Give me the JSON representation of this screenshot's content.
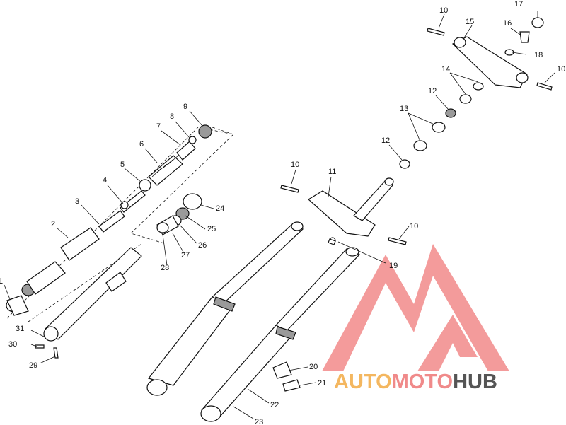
{
  "callouts": [
    "1",
    "2",
    "3",
    "4",
    "5",
    "6",
    "7",
    "8",
    "9",
    "10",
    "10",
    "10",
    "10",
    "11",
    "12",
    "12",
    "13",
    "14",
    "15",
    "16",
    "17",
    "18",
    "19",
    "20",
    "21",
    "22",
    "23",
    "24",
    "25",
    "26",
    "27",
    "28",
    "29",
    "30",
    "31"
  ],
  "watermark": {
    "word_a": "AUTO",
    "word_b": "MOTO",
    "word_c": "HUB",
    "color_a": "#f4b760",
    "color_b": "#f08a8a",
    "color_c": "#555555",
    "logo_color": "#f28a8a"
  }
}
